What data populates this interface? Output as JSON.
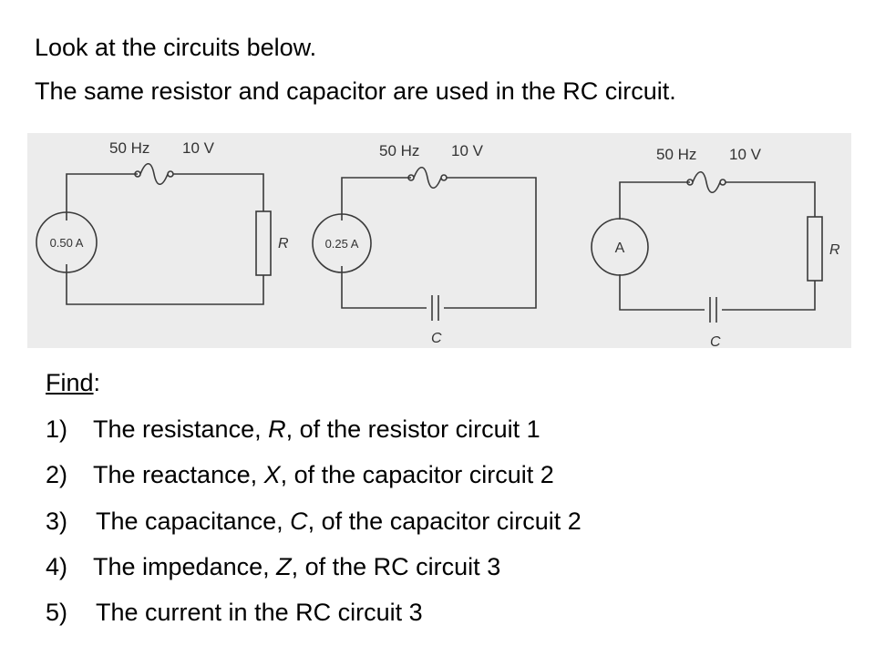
{
  "intro": {
    "line1": "Look at the circuits below.",
    "line2": "The same resistor and capacitor are used in the RC circuit."
  },
  "circuits": [
    {
      "source_frequency": "50 Hz",
      "source_voltage": "10 V",
      "ammeter": "0.50 A",
      "resistor_label": "R"
    },
    {
      "source_frequency": "50 Hz",
      "source_voltage": "10 V",
      "ammeter": "0.25 A",
      "capacitor_label": "C"
    },
    {
      "source_frequency": "50 Hz",
      "source_voltage": "10 V",
      "ammeter": "A",
      "resistor_label": "R",
      "capacitor_label": "C"
    }
  ],
  "find": {
    "heading": "Find",
    "colon": ":",
    "questions": [
      {
        "num": "1)",
        "parts": [
          "The resistance, ",
          "R",
          ", of the resistor circuit 1"
        ]
      },
      {
        "num": "2)",
        "parts": [
          "The reactance, ",
          "X",
          ", of the capacitor circuit 2"
        ]
      },
      {
        "num": "3)",
        "parts": [
          "The capacitance, ",
          "C",
          ", of the capacitor circuit 2"
        ]
      },
      {
        "num": "4)",
        "parts": [
          "The impedance, ",
          "Z",
          ", of the RC circuit 3"
        ]
      },
      {
        "num": "5)",
        "parts": [
          "The current in the RC circuit 3"
        ]
      }
    ]
  },
  "colors": {
    "panel_background": "#ececec",
    "wire": "#3a3a3a"
  }
}
